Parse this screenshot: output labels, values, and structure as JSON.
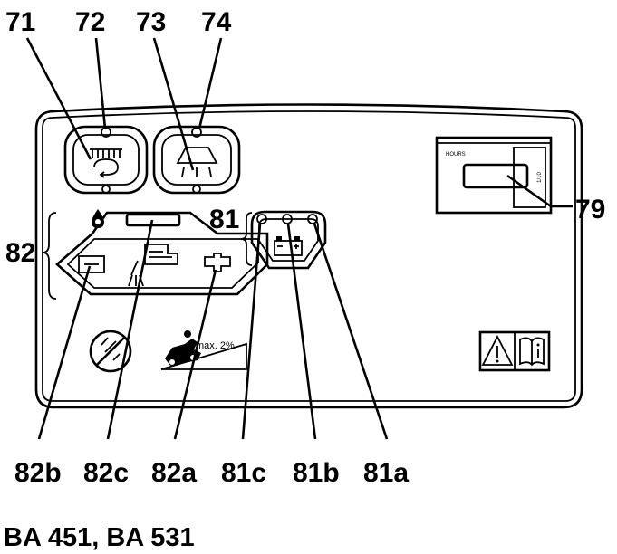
{
  "callouts": {
    "c71": "71",
    "c72": "72",
    "c73": "73",
    "c74": "74",
    "c79": "79",
    "c81": "81",
    "c82": "82",
    "c82b": "82b",
    "c82c": "82c",
    "c82a": "82a",
    "c81c": "81c",
    "c81b": "81b",
    "c81a": "81a"
  },
  "hour_meter": {
    "label": "HOURS",
    "sub_label": "1/10"
  },
  "slope_label": "max. 2%",
  "model_caption": "BA 451, BA 531"
}
